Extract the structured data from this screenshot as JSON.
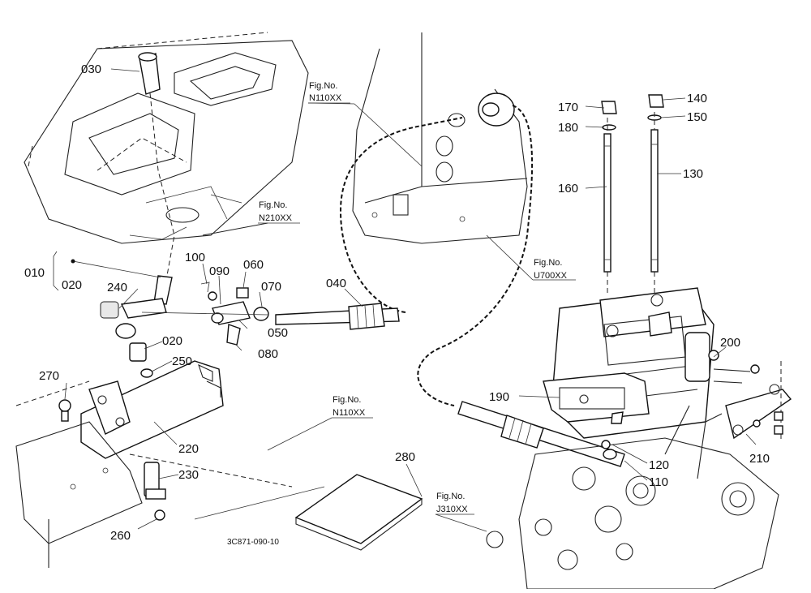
{
  "diagram": {
    "code": "3C871-090-10",
    "part_numbers": {
      "p010": "010",
      "p020a": "020",
      "p020b": "020",
      "p030": "030",
      "p040": "040",
      "p050": "050",
      "p060": "060",
      "p070": "070",
      "p080": "080",
      "p090": "090",
      "p100": "100",
      "p110": "110",
      "p120": "120",
      "p130": "130",
      "p140": "140",
      "p150": "150",
      "p160": "160",
      "p170": "170",
      "p180": "180",
      "p190": "190",
      "p200": "200",
      "p210": "210",
      "p220": "220",
      "p230": "230",
      "p240": "240",
      "p250": "250",
      "p260": "260",
      "p270": "270",
      "p280": "280"
    },
    "figure_refs": {
      "n110_top": {
        "label": "Fig.No.",
        "code": "N110XX"
      },
      "n210": {
        "label": "Fig.No.",
        "code": "N210XX"
      },
      "u700": {
        "label": "Fig.No.",
        "code": "U700XX"
      },
      "n110_mid": {
        "label": "Fig.No.",
        "code": "N110XX"
      },
      "j310": {
        "label": "Fig.No.",
        "code": "J310XX"
      }
    }
  }
}
